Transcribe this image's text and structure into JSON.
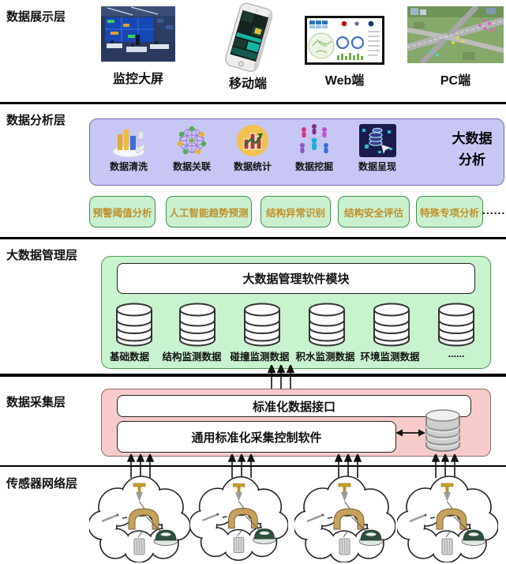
{
  "display": {
    "layer_label": "数据展示层",
    "items": [
      {
        "label": "监控大屏"
      },
      {
        "label": "移动端"
      },
      {
        "label": "Web端"
      },
      {
        "label": "PC端"
      }
    ]
  },
  "analysis": {
    "layer_label": "数据分析层",
    "big_title_line1": "大数据",
    "big_title_line2": "分析",
    "tools": [
      {
        "label": "数据清洗"
      },
      {
        "label": "数据关联"
      },
      {
        "label": "数据统计"
      },
      {
        "label": "数据挖掘"
      },
      {
        "label": "数据呈现"
      }
    ],
    "methods": [
      {
        "label": "预警阈值分析"
      },
      {
        "label": "人工智能趋势预测"
      },
      {
        "label": "结构异常识别"
      },
      {
        "label": "结构安全评估"
      },
      {
        "label": "特殊专项分析"
      }
    ],
    "ellipsis": "......"
  },
  "management": {
    "layer_label": "大数据管理层",
    "module_label": "大数据管理软件模块",
    "databases": [
      {
        "label": "基础数据"
      },
      {
        "label": "结构监测数据"
      },
      {
        "label": "碰撞监测数据"
      },
      {
        "label": "积水监测数据"
      },
      {
        "label": "环境监测数据"
      },
      {
        "label": "......"
      }
    ]
  },
  "collection": {
    "layer_label": "数据采集层",
    "interface_label": "标准化数据接口",
    "software_label": "通用标准化采集控制软件"
  },
  "sensors": {
    "layer_label": "传感器网络层"
  },
  "colors": {
    "purple_panel": "#c8c6f4",
    "tag_bg": "#caf0d0",
    "tag_text": "#bf8f2a",
    "mgmt_bg": "#c9f2cf",
    "coll_bg": "#f8cbcb"
  }
}
